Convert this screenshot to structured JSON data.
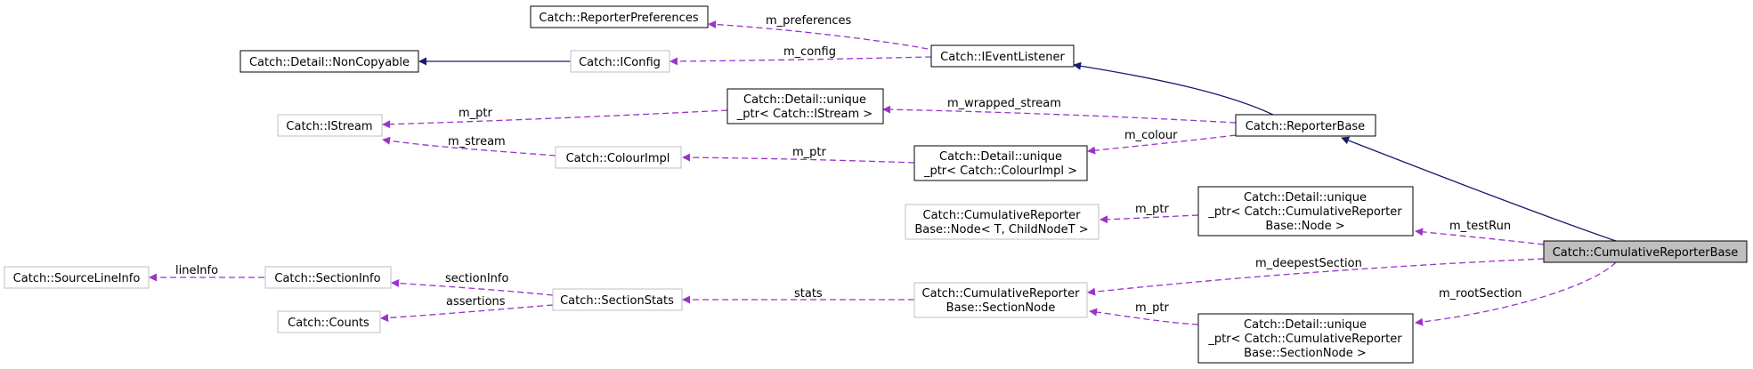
{
  "diagram": {
    "nodes": {
      "reporter_preferences": [
        "Catch::ReporterPreferences"
      ],
      "noncopyable": [
        "Catch::Detail::NonCopyable"
      ],
      "iconfig": [
        "Catch::IConfig"
      ],
      "ieventlistener": [
        "Catch::IEventListener"
      ],
      "istream": [
        "Catch::IStream"
      ],
      "unique_ptr_istream": [
        "Catch::Detail::unique",
        "_ptr< Catch::IStream >"
      ],
      "reporterbase": [
        "Catch::ReporterBase"
      ],
      "colourimpl": [
        "Catch::ColourImpl"
      ],
      "unique_ptr_colourimpl": [
        "Catch::Detail::unique",
        "_ptr< Catch::ColourImpl >"
      ],
      "cr_node": [
        "Catch::CumulativeReporter",
        "Base::Node< T, ChildNodeT >"
      ],
      "unique_ptr_node": [
        "Catch::Detail::unique",
        "_ptr< Catch::CumulativeReporter",
        "Base::Node >"
      ],
      "cumulative_reporter_base": [
        "Catch::CumulativeReporterBase"
      ],
      "sourcelineinfo": [
        "Catch::SourceLineInfo"
      ],
      "sectioninfo": [
        "Catch::SectionInfo"
      ],
      "counts": [
        "Catch::Counts"
      ],
      "sectionstats": [
        "Catch::SectionStats"
      ],
      "sectionnode": [
        "Catch::CumulativeReporter",
        "Base::SectionNode"
      ],
      "unique_ptr_sectionnode": [
        "Catch::Detail::unique",
        "_ptr< Catch::CumulativeReporter",
        "Base::SectionNode >"
      ]
    },
    "edge_labels": {
      "m_preferences": "m_preferences",
      "m_config": "m_config",
      "m_ptr_istream": "m_ptr",
      "m_wrapped_stream": "m_wrapped_stream",
      "m_stream": "m_stream",
      "m_ptr_colour": "m_ptr",
      "m_colour": "m_colour",
      "m_ptr_node": "m_ptr",
      "m_testRun": "m_testRun",
      "lineInfo": "lineInfo",
      "sectionInfo": "sectionInfo",
      "m_deepestSection": "m_deepestSection",
      "assertions": "assertions",
      "stats": "stats",
      "m_rootSection": "m_rootSection",
      "m_ptr_sectionnode": "m_ptr"
    },
    "colors": {
      "inheritance": "#191970",
      "usage": "#9a32cd",
      "undocumented_border": "#bfbfbf",
      "focus_fill": "#bfbfbf"
    }
  }
}
